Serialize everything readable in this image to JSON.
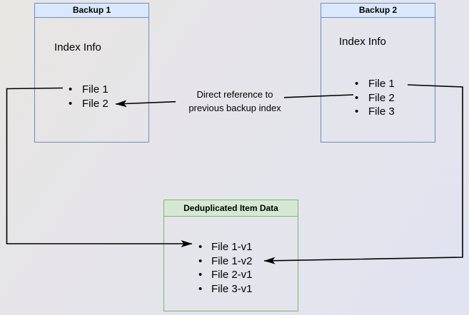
{
  "diagram": {
    "background": {
      "gradient_from": "#e8e6e2",
      "gradient_to": "#e2e3f1"
    },
    "nodes": {
      "backup1": {
        "title": "Backup 1",
        "subtitle": "Index Info",
        "items": [
          "File 1",
          "File 2"
        ],
        "header_bg": "#dae8fc",
        "border_color": "#6c8ebf"
      },
      "backup2": {
        "title": "Backup 2",
        "subtitle": "Index Info",
        "items": [
          "File 1",
          "File 2",
          "File 3"
        ],
        "header_bg": "#dae8fc",
        "border_color": "#6c8ebf"
      },
      "dedup": {
        "title": "Deduplicated Item Data",
        "items": [
          "File 1-v1",
          "File 1-v2",
          "File 2-v1",
          "File 3-v1"
        ],
        "header_bg": "#d5e8d4",
        "border_color": "#82b366"
      }
    },
    "edge_label": {
      "line1": "Direct reference to",
      "line2": "previous backup index"
    },
    "edge_color": "#000000"
  }
}
